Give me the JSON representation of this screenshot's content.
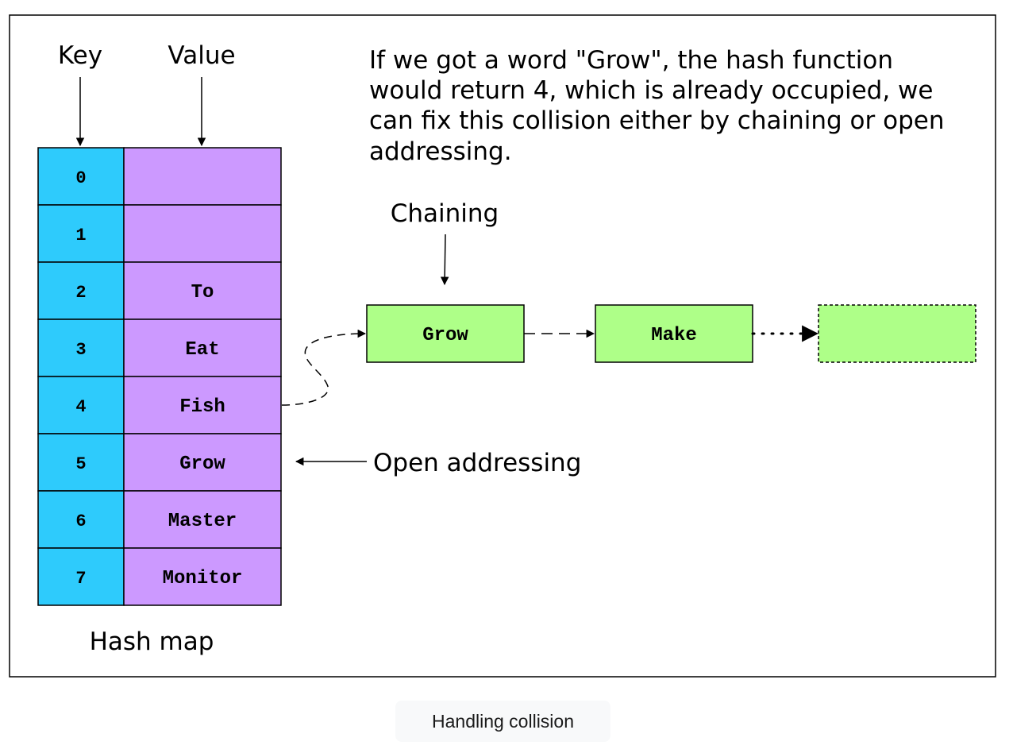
{
  "labels": {
    "key": "Key",
    "value": "Value",
    "hash_map": "Hash map",
    "chaining": "Chaining",
    "open_addressing": "Open addressing"
  },
  "description": [
    "If we got a word \"Grow\", the hash function",
    "would return 4, which is already occupied, we",
    "can fix this collision either by chaining or open",
    "addressing."
  ],
  "table": [
    {
      "key": "0",
      "value": ""
    },
    {
      "key": "1",
      "value": ""
    },
    {
      "key": "2",
      "value": "To"
    },
    {
      "key": "3",
      "value": "Eat"
    },
    {
      "key": "4",
      "value": "Fish"
    },
    {
      "key": "5",
      "value": "Grow"
    },
    {
      "key": "6",
      "value": "Master"
    },
    {
      "key": "7",
      "value": "Monitor"
    }
  ],
  "chain": [
    "Grow",
    "Make",
    ""
  ],
  "colors": {
    "key_cell": "#2ecbfc",
    "value_cell": "#cc99ff",
    "chain_node": "#aeff88"
  },
  "caption": "Handling collision"
}
